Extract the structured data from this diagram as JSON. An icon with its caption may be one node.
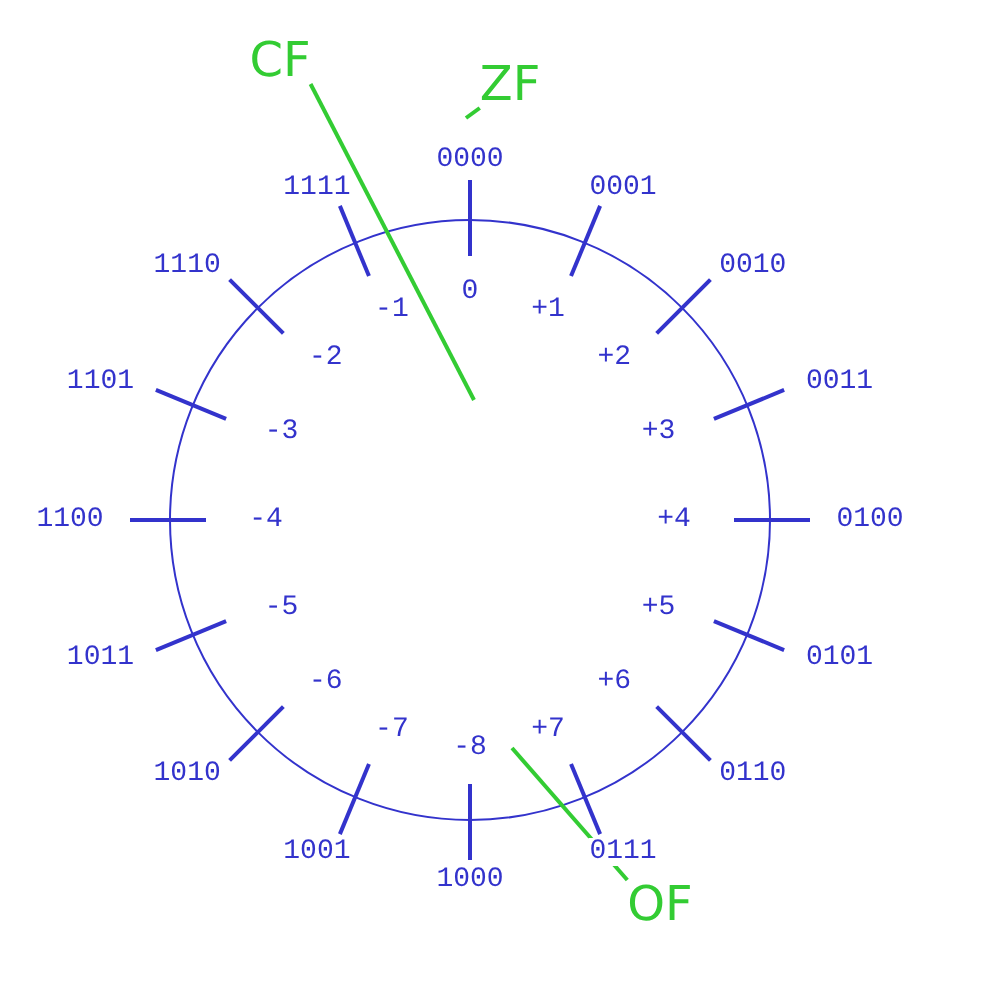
{
  "diagram": {
    "nodes": [
      {
        "text": [
          "CF"
        ]
      },
      {
        "text": [
          "ZF"
        ]
      },
      {
        "text": [
          "OF"
        ]
      }
    ],
    "edges": [
      {
        "from": 0,
        "to": null,
        "arrow": "none"
      },
      {
        "from": 1,
        "to": null,
        "arrow": "none"
      },
      {
        "from": 2,
        "to": null,
        "arrow": "none"
      }
    ],
    "labels": [
      "0000",
      "0",
      "0001",
      "+1",
      "0010",
      "+2",
      "0011",
      "+3",
      "0100",
      "+4",
      "0101",
      "+5",
      "0110",
      "+6",
      "0111",
      "+7",
      "1000",
      "-8",
      "1001",
      "-7",
      "1010",
      "-6",
      "1011",
      "-5",
      "1100",
      "-4",
      "1101",
      "-3",
      "1110",
      "-2",
      "1111",
      "-1"
    ]
  }
}
